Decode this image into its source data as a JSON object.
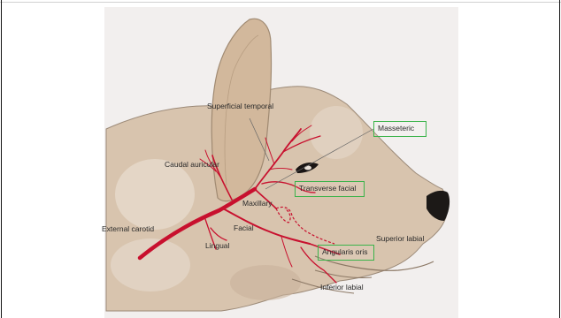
{
  "labels": {
    "superficial_temporal": "Superficial temporal",
    "masseteric": "Masseteric",
    "caudal_auricular": "Caudal auricular",
    "transverse_facial": "Transverse facial",
    "maxillary": "Maxillary",
    "external_carotid": "External carotid",
    "facial": "Facial",
    "lingual": "Lingual",
    "superior_labial": "Superior labial",
    "angularis_oris": "Angularis oris",
    "inferior_labial": "Inferior labial"
  },
  "colors": {
    "artery": "#c8102e",
    "highlight_box": "#3bb34a",
    "skin": "#d6c2ac",
    "nose": "#1c1917"
  }
}
